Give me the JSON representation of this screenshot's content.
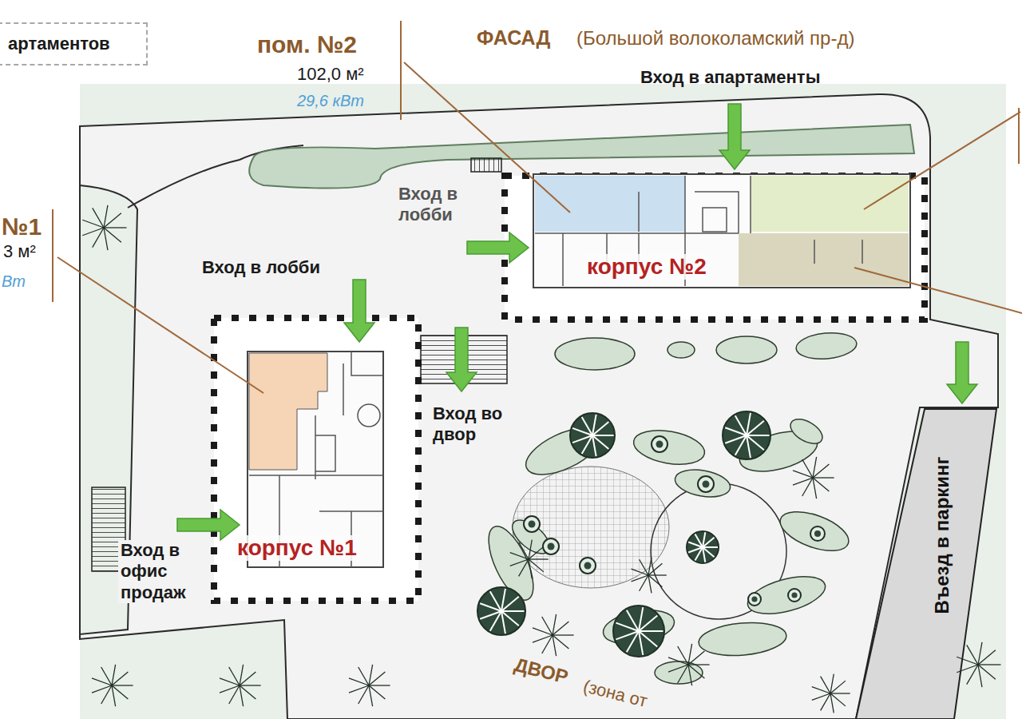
{
  "diagram": {
    "nodes": [
      {
        "text": [
          "артаментов"
        ]
      },
      {
        "text": [
          "корпус №2"
        ]
      },
      {
        "text": [
          "корпус №1"
        ]
      },
      {
        "text": [
          "Въезд в паркинг"
        ]
      }
    ],
    "labels": [
      "пом. №2",
      "102,0 м²",
      "29,6 кВт",
      "ФАСАД",
      "(Большой волоколамский пр-д)",
      "Вход в апартаменты",
      "Вход в лобби",
      "Вход в лобби",
      "Вход во двор",
      "Вход в офис продаж",
      "№1",
      "3 м²",
      "Вт",
      "ДВОР",
      "(зона от"
    ]
  }
}
